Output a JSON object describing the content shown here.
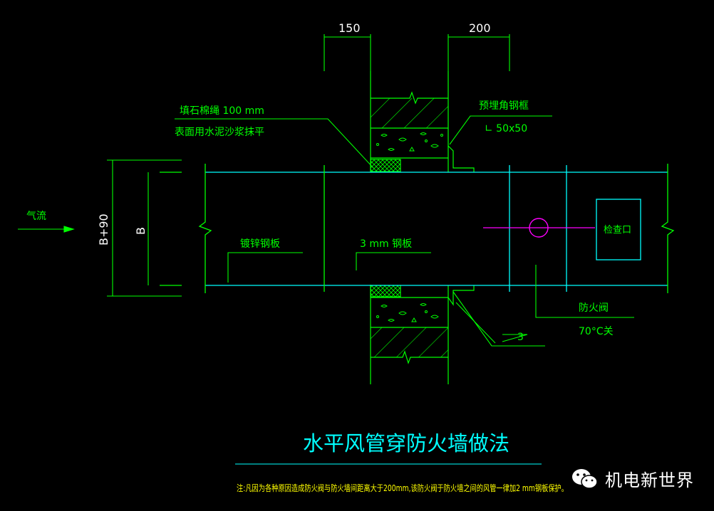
{
  "colors": {
    "background": "#000000",
    "wall": "#00ff00",
    "duct": "#00ffff",
    "label": "#00ff00",
    "dimension": "#00ff00",
    "accent": "#ff00ff",
    "title": "#00ffff",
    "note": "#ffff00",
    "watermark": "#ffffff"
  },
  "dimensions": {
    "wall_gap": "150",
    "frame_gap": "200",
    "outer_height": "B+90",
    "inner_height": "B"
  },
  "labels": {
    "fill_line1": "填石棉绳    100 mm",
    "fill_line2": "表面用水泥沙浆抹平",
    "frame_line1": "预埋角钢框",
    "frame_line2": "∟ 50x50",
    "airflow": "气流",
    "galvanized": "镀锌钢板",
    "steel_plate": "3 mm   钢板",
    "inspection": "检查口",
    "damper_name": "防火阀",
    "damper_temp": "70°C关",
    "weld_size": "3"
  },
  "title": "水平风管穿防火墙做法",
  "note": "注:凡因为各种原因造成防火阀与防火墙间距离大于200mm,该防火阀于防火墙之间的风管一律加2 mm钢板保护。",
  "watermark": {
    "text": "机电新世界",
    "icon": "wechat-icon"
  }
}
